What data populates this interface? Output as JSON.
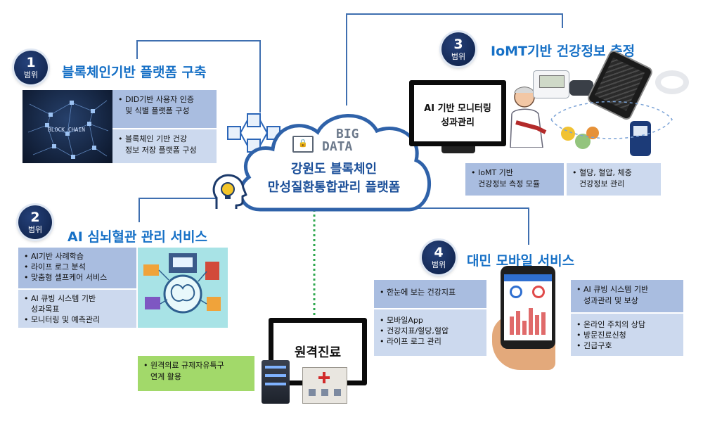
{
  "center": {
    "title_line1": "강원도 블록체인",
    "title_line2": "만성질환통합관리 플랫폼",
    "big_label": "BIG",
    "data_label": "DATA"
  },
  "sections": [
    {
      "number": "1",
      "badge_label": "범위",
      "title": "블록체인기반 플랫폼 구축",
      "image_text": "BLOCK CHAIN",
      "boxes": [
        [
          "DID기반 사용자 인증",
          "및 식별 플랫폼 구성"
        ],
        [
          "블록체인 기반 건강",
          "정보 저장 플랫폼 구성"
        ]
      ]
    },
    {
      "number": "2",
      "badge_label": "범위",
      "title": "AI 심뇌혈관 관리 서비스",
      "boxes": [
        [
          "AI기반 사례학습",
          "라이프 로그 분석",
          "맞춤형 셀프케어 서비스"
        ],
        [
          "AI 큐빙 시스템 기반",
          "성과목표",
          "모니터링 및 예측관리"
        ]
      ]
    },
    {
      "number": "3",
      "badge_label": "범위",
      "title": "IoMT기반 건강정보 측정",
      "monitor_line1": "AI 기반 모니터링",
      "monitor_line2": "성과관리",
      "boxes": [
        [
          "IoMT 기반",
          "건강정보 측정 모듈"
        ],
        [
          "혈당, 혈압, 체중",
          "건강정보 관리"
        ]
      ]
    },
    {
      "number": "4",
      "badge_label": "범위",
      "title": "대민 모바일 서비스",
      "boxes": [
        [
          "한눈에 보는 건강지표"
        ],
        [
          "모바일App",
          "건강지표/혈당,혈압",
          "라이프 로그 관리"
        ],
        [
          "AI 큐빙 시스템 기반",
          "성과관리 및 보상"
        ],
        [
          "온라인 주치의 상담",
          "방문진료신청",
          "긴급구호"
        ]
      ]
    }
  ],
  "remote": {
    "title": "원격진료",
    "box": [
      "원격의료 규제자유특구",
      "연계 활용"
    ]
  },
  "colors": {
    "title_blue": "#1670c6",
    "badge_navy": "#0d1f45",
    "box_dark": "#a9bde0",
    "box_light": "#ccd9ee",
    "box_green": "#a2d96a",
    "line_blue": "#3f6fb0",
    "line_green": "#2fa84f"
  }
}
